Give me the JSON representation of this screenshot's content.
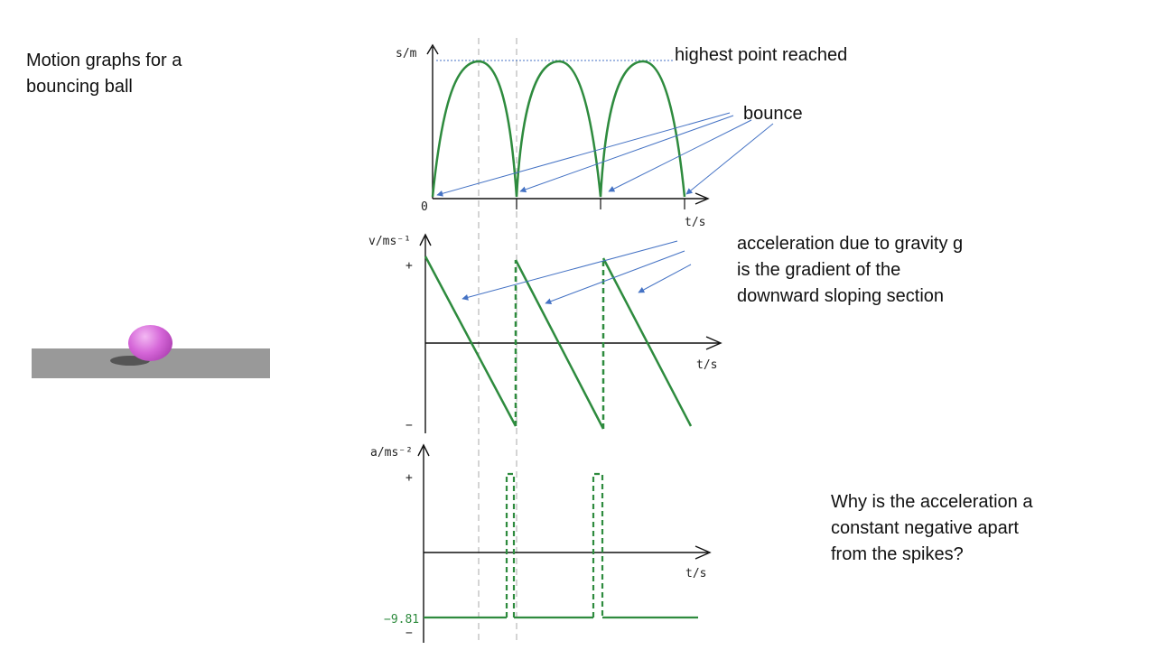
{
  "slide": {
    "title": "Motion graphs for a\nbouncing ball",
    "explanation": "acceleration due to gravity g\nis the gradient of the\ndownward sloping section",
    "question": "Why is the acceleration a\nconstant negative apart\nfrom the spikes?"
  },
  "annotations": {
    "highest_point": "highest point reached",
    "bounce": "bounce"
  },
  "graphs": {
    "displacement": {
      "y_label": "s/m",
      "x_label": "t/s",
      "origin_label": "0"
    },
    "velocity": {
      "y_label": "v/ms⁻¹",
      "x_label": "t/s",
      "plus": "+",
      "minus": "−"
    },
    "acceleration": {
      "y_label": "a/ms⁻²",
      "x_label": "t/s",
      "plus": "+",
      "minus": "−",
      "g_value": "−9.81"
    }
  },
  "colors": {
    "curve": "#2e8b3e",
    "arrow": "#4472c4",
    "guide": "#b8b8b8",
    "ball": "#d566d8",
    "ground": "#999999"
  }
}
